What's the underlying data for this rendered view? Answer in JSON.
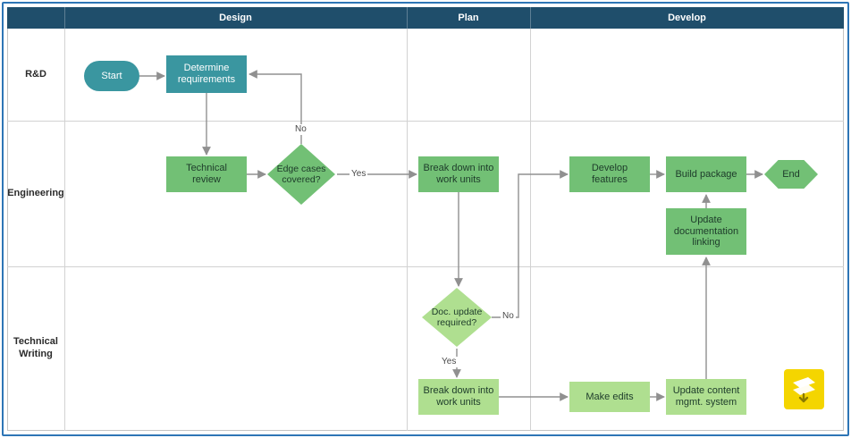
{
  "phases": [
    {
      "label": "Design"
    },
    {
      "label": "Plan"
    },
    {
      "label": "Develop"
    }
  ],
  "lanes": [
    {
      "label": "R&D"
    },
    {
      "label": "Engineering"
    },
    {
      "label": "Technical Writing"
    }
  ],
  "nodes": {
    "start": {
      "label": "Start",
      "type": "stadium",
      "color": "#3a96a0"
    },
    "determine_requirements": {
      "label": "Determine requirements",
      "type": "rect",
      "color": "#3a96a0"
    },
    "technical_review": {
      "label": "Technical review",
      "type": "rect",
      "color": "#72c075"
    },
    "edge_cases": {
      "label": "Edge cases covered?",
      "type": "diamond",
      "color": "#72c075"
    },
    "breakdown_eng": {
      "label": "Break down into work units",
      "type": "rect",
      "color": "#72c075"
    },
    "develop_features": {
      "label": "Develop features",
      "type": "rect",
      "color": "#72c075"
    },
    "build_package": {
      "label": "Build package",
      "type": "rect",
      "color": "#72c075"
    },
    "end": {
      "label": "End",
      "type": "hexagon",
      "color": "#72c075"
    },
    "update_doc_linking": {
      "label": "Update documentation linking",
      "type": "rect",
      "color": "#72c075"
    },
    "doc_update_required": {
      "label": "Doc. update required?",
      "type": "diamond",
      "color": "#afdf90"
    },
    "breakdown_tw": {
      "label": "Break down into work units",
      "type": "rect",
      "color": "#afdf90"
    },
    "make_edits": {
      "label": "Make edits",
      "type": "rect",
      "color": "#afdf90"
    },
    "update_cms": {
      "label": "Update content mgmt. system",
      "type": "rect",
      "color": "#afdf90"
    }
  },
  "edges": [
    {
      "from": "start",
      "to": "determine_requirements"
    },
    {
      "from": "determine_requirements",
      "to": "technical_review"
    },
    {
      "from": "technical_review",
      "to": "edge_cases"
    },
    {
      "from": "edge_cases",
      "to": "determine_requirements",
      "label": "No"
    },
    {
      "from": "edge_cases",
      "to": "breakdown_eng",
      "label": "Yes"
    },
    {
      "from": "breakdown_eng",
      "to": "doc_update_required"
    },
    {
      "from": "doc_update_required",
      "to": "develop_features",
      "label": "No"
    },
    {
      "from": "doc_update_required",
      "to": "breakdown_tw",
      "label": "Yes"
    },
    {
      "from": "breakdown_tw",
      "to": "make_edits"
    },
    {
      "from": "make_edits",
      "to": "update_cms"
    },
    {
      "from": "update_cms",
      "to": "update_doc_linking"
    },
    {
      "from": "update_doc_linking",
      "to": "build_package"
    },
    {
      "from": "develop_features",
      "to": "build_package"
    },
    {
      "from": "build_package",
      "to": "end"
    }
  ],
  "icons": {
    "watermark_logo": "yellow-layers-export-icon"
  },
  "colors": {
    "header_bg": "#1f4e6b",
    "teal_node": "#3a96a0",
    "green_node": "#72c075",
    "light_green_node": "#afdf90",
    "arrow": "#909090",
    "outer_border": "#2e75b6",
    "grid_line": "#d2d2d2",
    "logo_yellow": "#f4d500"
  }
}
